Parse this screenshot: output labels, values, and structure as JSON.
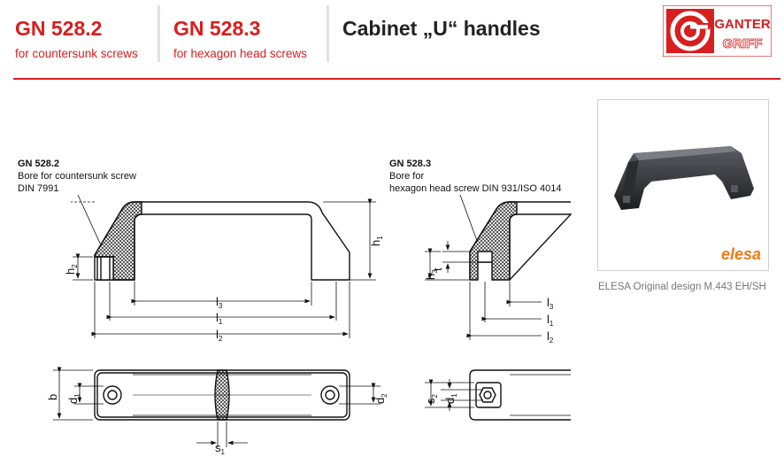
{
  "header": {
    "products": [
      {
        "code": "GN 528.2",
        "subtitle": "for countersunk screws"
      },
      {
        "code": "GN 528.3",
        "subtitle": "for hexagon head screws"
      }
    ],
    "title": "Cabinet „U“ handles",
    "logo": {
      "brand_line1": "GANTER",
      "brand_line2": "GRIFF",
      "icon": "ganter-g-logo-icon"
    }
  },
  "product_photo": {
    "brand": "elesa",
    "caption": "ELESA Original design M.443 EH/SH"
  },
  "drawing": {
    "left_note": {
      "title": "GN 528.2",
      "line1": "Bore for countersunk screw",
      "line2": "DIN 7991"
    },
    "right_note": {
      "title": "GN 528.3",
      "line1": "Bore for",
      "line2": "hexagon head screw DIN 931/ISO 4014"
    },
    "dims": {
      "l": "l",
      "h": "h",
      "d": "d",
      "s": "s",
      "b": "b",
      "t": "t",
      "sub1": "1",
      "sub2": "2",
      "sub3": "3"
    }
  },
  "colors": {
    "brand_red": "#d81e1e",
    "line_dark": "#111111",
    "handle_fill": "#ffffff"
  }
}
